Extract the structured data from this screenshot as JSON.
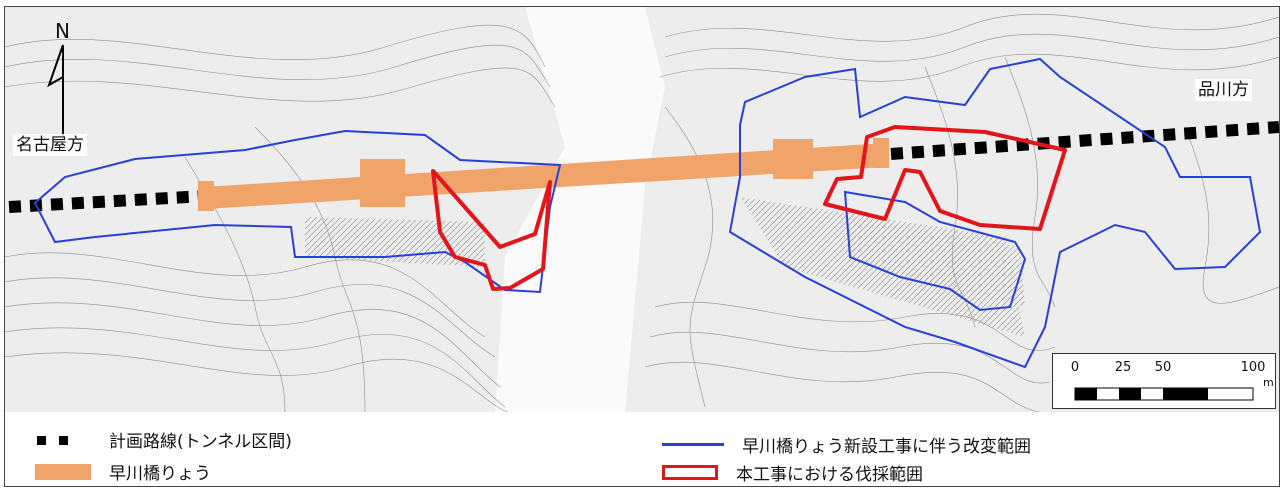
{
  "map": {
    "north_label": "N",
    "place_left": "名古屋方",
    "place_right": "品川方",
    "colors": {
      "route": "#000000",
      "bridge": "#f0a46a",
      "alteration_boundary": "#2a3fd8",
      "felling_boundary": "#e4141b",
      "contours": "#6e6e6e"
    },
    "scale": {
      "unit": "m",
      "ticks": [
        "0",
        "25",
        "50",
        "100"
      ]
    }
  },
  "legend": {
    "route": "計画路線(トンネル区間)",
    "bridge": "早川橋りょう",
    "alteration": "早川橋りょう新設工事に伴う改変範囲",
    "felling": "本工事における伐採範囲"
  }
}
